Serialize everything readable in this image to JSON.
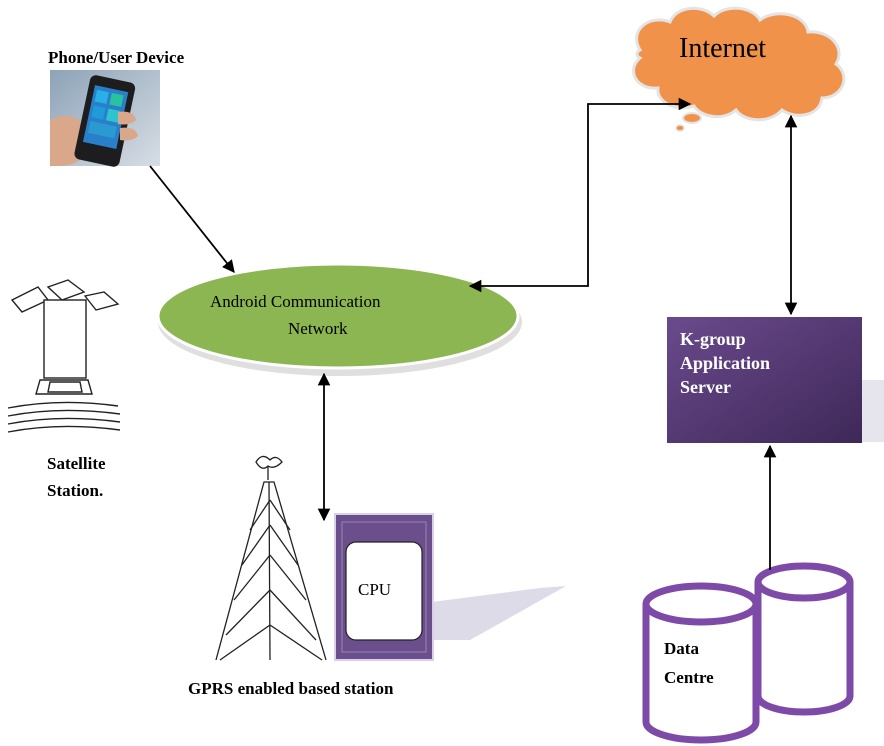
{
  "labels": {
    "phone": "Phone/User Device",
    "internet": "Internet",
    "network_line1": "Android Communication",
    "network_line2": "Network",
    "satellite_line1": "Satellite",
    "satellite_line2": "Station.",
    "server_line1": "K-group",
    "server_line2": "Application",
    "server_line3": "Server",
    "cpu": "CPU",
    "gprs": "GPRS enabled based station",
    "datacentre_line1": "Data",
    "datacentre_line2": "Centre"
  },
  "colors": {
    "internet_cloud": "#f0924a",
    "network_ellipse": "#8cb652",
    "server_box": "#5b3e79",
    "cpu_frame": "#6b4f8c",
    "database_stroke": "#7e4aa8",
    "shadow": "#d9d6e3"
  },
  "icons": {
    "phone": "smartphone-photo",
    "satellite": "satellite-icon",
    "tower": "radio-tower-icon",
    "database": "database-cylinders-icon"
  }
}
